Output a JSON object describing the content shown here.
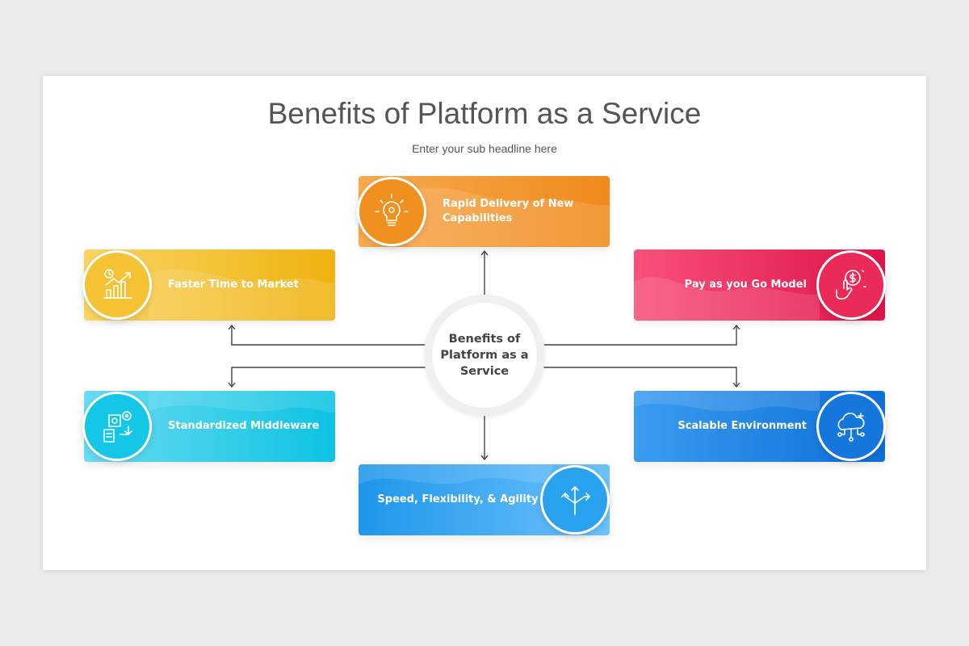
{
  "title": "Benefits of Platform as a Service",
  "subtitle": "Enter your sub headline here",
  "hub": {
    "label": "Benefits of Platform as a Service"
  },
  "benefits": [
    {
      "label": "Rapid Delivery of New Capabilities",
      "icon": "lightbulb-gear-icon",
      "color": "#f0901f"
    },
    {
      "label": "Faster Time to Market",
      "icon": "growth-chart-icon",
      "color": "#f4c233"
    },
    {
      "label": "Pay as you Go Model",
      "icon": "hand-coin-icon",
      "color": "#ea2a58"
    },
    {
      "label": "Standardized Middleware",
      "icon": "document-gears-icon",
      "color": "#14c7e6"
    },
    {
      "label": "Scalable Environment",
      "icon": "cloud-network-icon",
      "color": "#1576dc"
    },
    {
      "label": "Speed, Flexibility, & Agility",
      "icon": "split-arrows-icon",
      "color": "#2aa3ef"
    }
  ]
}
